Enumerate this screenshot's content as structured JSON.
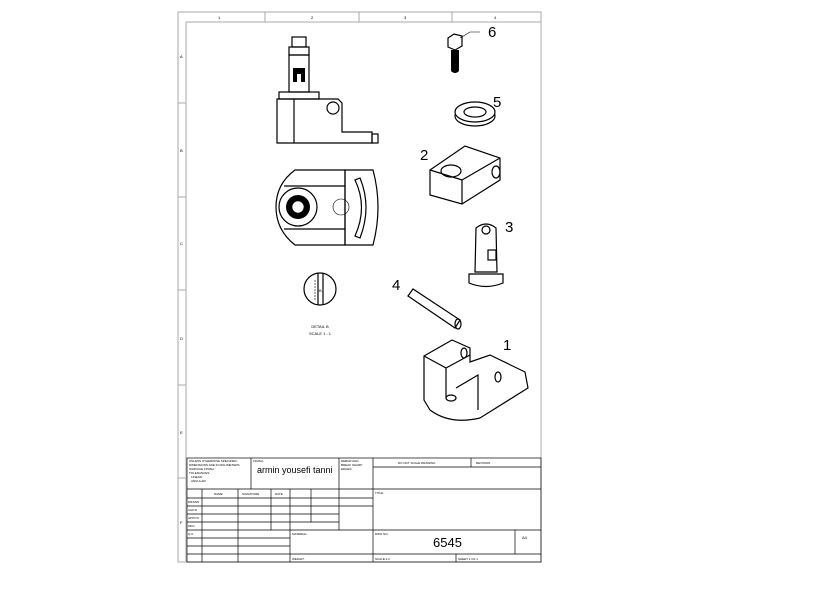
{
  "sheet": {
    "column_labels": [
      "1",
      "2",
      "3",
      "4"
    ],
    "row_labels": [
      "A",
      "B",
      "C",
      "D",
      "E",
      "F"
    ]
  },
  "views": {
    "detail_label": "DETAIL B",
    "detail_scale": "SCALE 1 : 1",
    "detail_letter": "B"
  },
  "balloons": [
    "1",
    "2",
    "3",
    "4",
    "5",
    "6"
  ],
  "title_block": {
    "tolerance_note": [
      "UNLESS OTHERWISE SPECIFIED:",
      "DIMENSIONS ARE IN MILLIMETERS",
      "SURFACE FINISH:",
      "TOLERANCES:",
      "LINEAR:",
      "ANGULAR:"
    ],
    "finish_label": "FINISH:",
    "author": "armin yousefi tanni",
    "debur_note": [
      "DEBUR AND",
      "BREAK SHARP",
      "EDGES"
    ],
    "do_not_scale": "DO NOT SCALE DRAWING",
    "revision_label": "REVISION",
    "col_headers": [
      "NAME",
      "SIGNATURE",
      "DATE"
    ],
    "row_headers": [
      "DRAWN",
      "CHK'D",
      "APPV'D",
      "MFG",
      "Q.A"
    ],
    "title_label": "TITLE:",
    "material_label": "MATERIAL:",
    "dwg_no_label": "DWG NO.",
    "dwg_no": "6545",
    "size": "A4",
    "weight_label": "WEIGHT:",
    "scale_label": "SCALE:1:2",
    "sheet_label": "SHEET 1 OF 1"
  }
}
